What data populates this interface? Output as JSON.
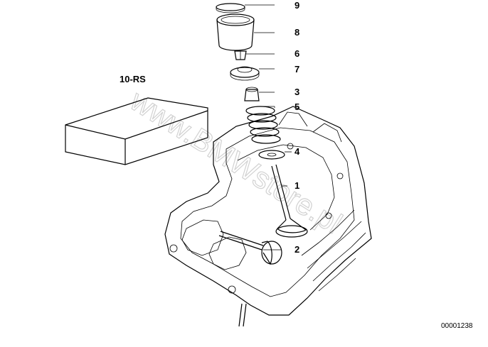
{
  "diagram": {
    "kit_label": "10-RS",
    "reference_number": "00001238",
    "watermark": "www.BMWstore.pl",
    "callouts": [
      {
        "id": "9",
        "label": "9"
      },
      {
        "id": "8",
        "label": "8"
      },
      {
        "id": "6",
        "label": "6"
      },
      {
        "id": "7",
        "label": "7"
      },
      {
        "id": "3",
        "label": "3"
      },
      {
        "id": "5",
        "label": "5"
      },
      {
        "id": "4",
        "label": "4"
      },
      {
        "id": "1",
        "label": "1"
      },
      {
        "id": "2",
        "label": "2"
      }
    ]
  }
}
